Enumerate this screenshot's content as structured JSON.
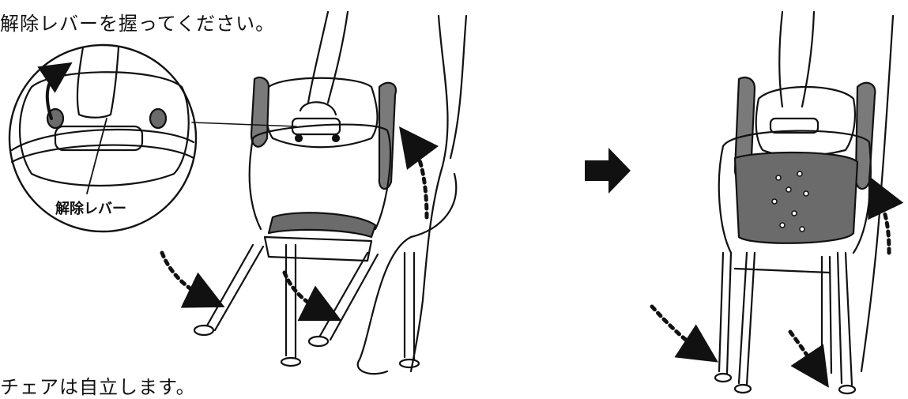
{
  "captions": {
    "top": "解除レバーを握ってください。",
    "bottom": "チェアは自立します。"
  },
  "callout": {
    "label": "解除レバー"
  },
  "colors": {
    "line": "#111111",
    "seat_gray": "#6b6b6b",
    "pad_gray": "#7a7a7a",
    "background": "#ffffff"
  },
  "icons": {
    "next_step": "right-arrow-icon",
    "lift": "curved-up-arrow-icon",
    "leg_unfold": "dotted-arrow-icon"
  }
}
